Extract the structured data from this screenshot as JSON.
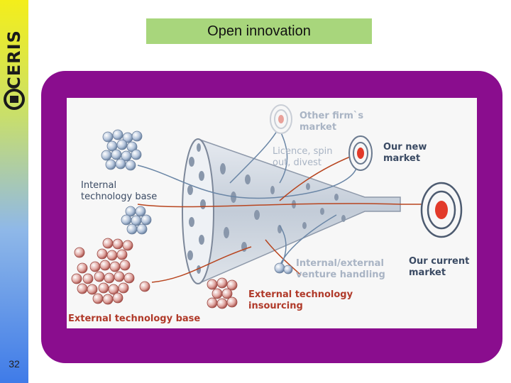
{
  "sidebar": {
    "logo_text": "CERIS",
    "page_number": "32"
  },
  "slide": {
    "title": "Open innovation"
  },
  "diagram": {
    "labels": {
      "other_firms_market": "Other firm`s\nmarket",
      "licence": "Licence, spin\nout, divest",
      "our_new_market": "Our new\nmarket",
      "internal_technology_base": "Internal\ntechnology base",
      "our_current_market": "Our current\nmarket",
      "venture_handling": "Internal/external\nventure handling",
      "external_insourcing": "External technology\ninsourcing",
      "external_technology_base": "External technology base"
    },
    "colors": {
      "target_red": "#e23a2a",
      "line_red": "#b8451f",
      "line_blue": "#6a86a6",
      "frame": "#8a0d8e"
    }
  }
}
